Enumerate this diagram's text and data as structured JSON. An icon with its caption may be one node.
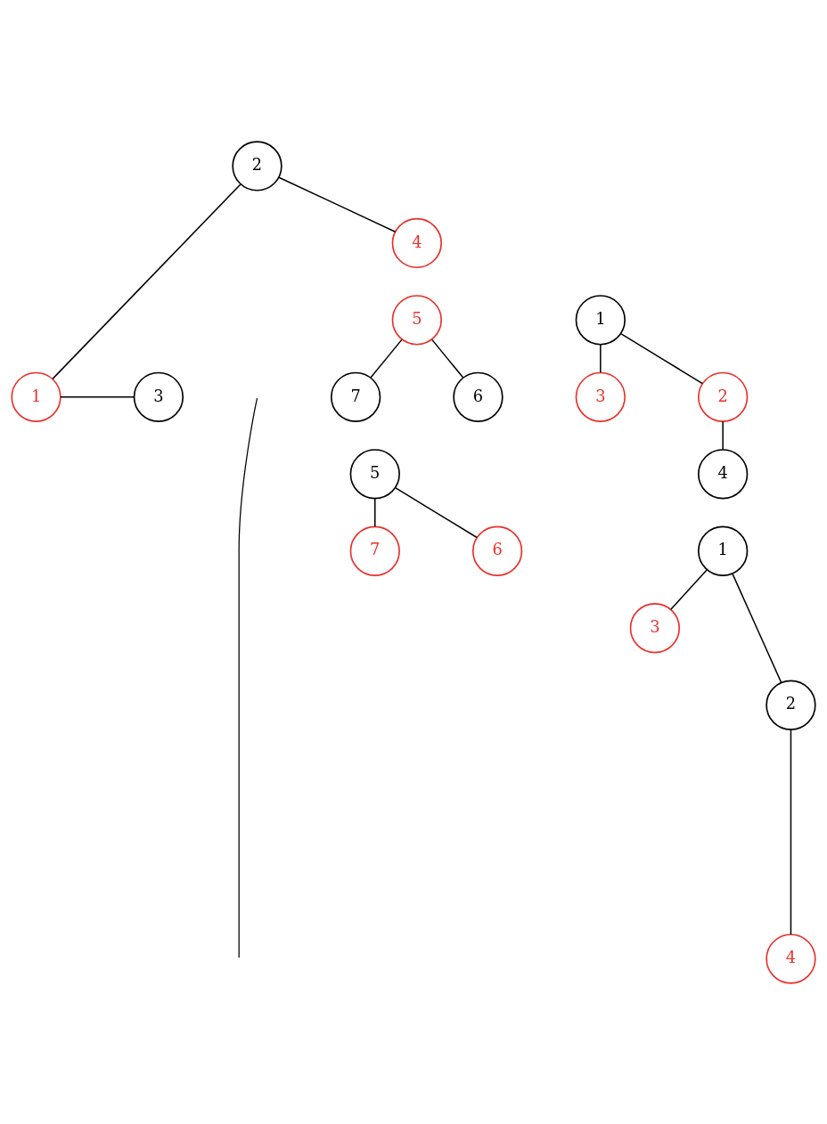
{
  "diagram": {
    "nodes": [
      {
        "text": [
          "1"
        ]
      },
      {
        "text": [
          "2"
        ]
      },
      {
        "text": [
          "3"
        ]
      },
      {
        "text": [
          "4"
        ]
      },
      {
        "text": [
          "1"
        ]
      },
      {
        "text": [
          "2"
        ]
      },
      {
        "text": [
          "3"
        ]
      },
      {
        "text": [
          "4"
        ]
      },
      {
        "text": [
          "1"
        ]
      },
      {
        "text": [
          "2"
        ]
      },
      {
        "text": [
          "3"
        ]
      },
      {
        "text": [
          "4"
        ]
      },
      {
        "text": [
          "5"
        ]
      },
      {
        "text": [
          "6"
        ]
      },
      {
        "text": [
          "7"
        ]
      },
      {
        "text": [
          "5"
        ]
      },
      {
        "text": [
          "6"
        ]
      },
      {
        "text": [
          "7"
        ]
      }
    ],
    "edges": [
      {
        "from": 0,
        "to": 1,
        "arrow": "none"
      },
      {
        "from": 0,
        "to": 2,
        "arrow": "none"
      },
      {
        "from": 1,
        "to": 3,
        "arrow": "none"
      },
      {
        "from": 4,
        "to": 5,
        "arrow": "none"
      },
      {
        "from": 4,
        "to": 6,
        "arrow": "none"
      },
      {
        "from": 5,
        "to": 7,
        "arrow": "none"
      },
      {
        "from": 8,
        "to": 9,
        "arrow": "none"
      },
      {
        "from": 8,
        "to": 10,
        "arrow": "none"
      },
      {
        "from": 9,
        "to": 11,
        "arrow": "none"
      },
      {
        "from": 12,
        "to": 13,
        "arrow": "none"
      },
      {
        "from": 12,
        "to": 14,
        "arrow": "none"
      },
      {
        "from": 15,
        "to": 16,
        "arrow": "none"
      },
      {
        "from": 15,
        "to": 17,
        "arrow": "none"
      }
    ]
  }
}
